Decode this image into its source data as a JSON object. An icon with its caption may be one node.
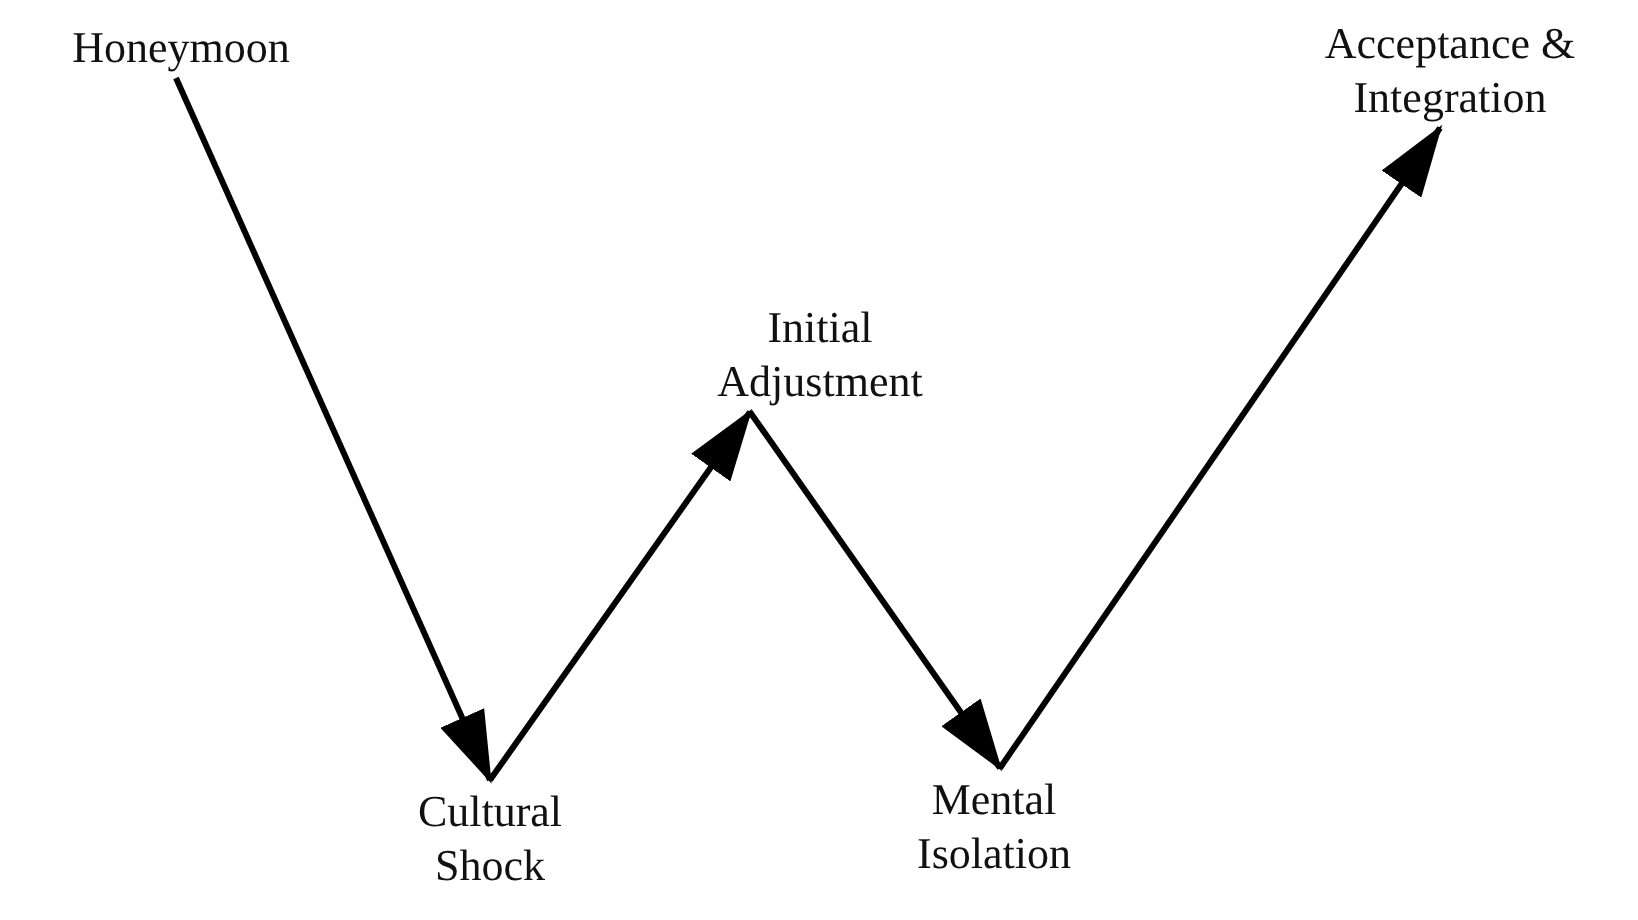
{
  "diagram": {
    "nodes": [
      {
        "text": [
          "Honeymoon"
        ]
      },
      {
        "text": [
          "Cultural Shock"
        ]
      },
      {
        "text": [
          "Initial Adjustment"
        ]
      },
      {
        "text": [
          "Mental Isolation"
        ]
      },
      {
        "text": [
          "Acceptance & Integration"
        ]
      }
    ],
    "edges": [
      {
        "from": 0,
        "to": 1,
        "arrow": "to"
      },
      {
        "from": 1,
        "to": 2,
        "arrow": "to"
      },
      {
        "from": 2,
        "to": 3,
        "arrow": "to"
      },
      {
        "from": 3,
        "to": 4,
        "arrow": "to"
      }
    ]
  }
}
